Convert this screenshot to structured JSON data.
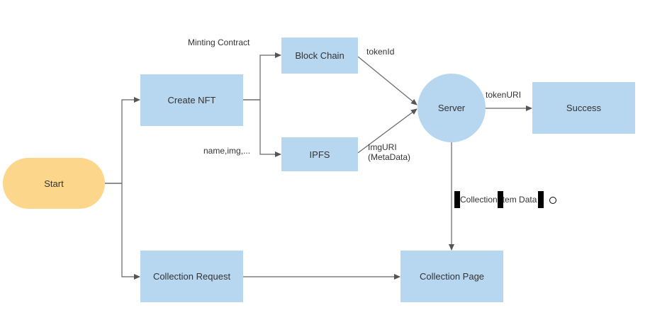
{
  "diagram": {
    "nodes": {
      "start": "Start",
      "create_nft": "Create NFT",
      "collection_request": "Collection Request",
      "block_chain": "Block Chain",
      "ipfs": "IPFS",
      "server": "Server",
      "success": "Success",
      "collection_page": "Collection Page"
    },
    "edge_labels": {
      "minting_contract": "Minting Contract",
      "name_img": "name,img,...",
      "token_id": "tokenId",
      "img_uri_line1": "ImgURI",
      "img_uri_line2": "(MetaData)",
      "token_uri": "tokenURI",
      "collection_item_data_part1": "Collection",
      "collection_item_data_part2": "tem Data"
    },
    "colors": {
      "process_fill": "#b7d6ef",
      "terminal_fill": "#fcd68a",
      "edge_stroke": "#666666",
      "text": "#333333"
    }
  }
}
